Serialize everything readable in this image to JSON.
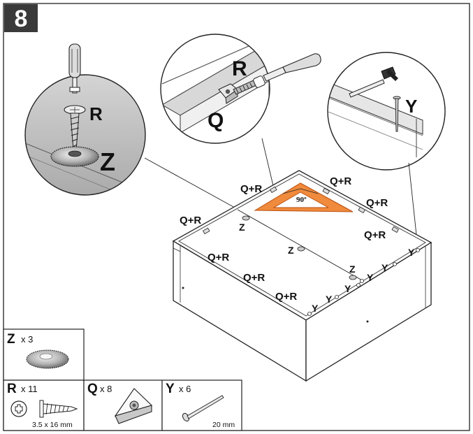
{
  "step": {
    "number": "8"
  },
  "callouts": {
    "left": {
      "r_label": "R",
      "z_label": "Z"
    },
    "middle": {
      "r_label": "R",
      "q_label": "Q"
    },
    "right": {
      "y_label": "Y"
    }
  },
  "angle": {
    "label": "90º"
  },
  "board_labels": [
    {
      "id": "qr-1",
      "text": "Q+R"
    },
    {
      "id": "qr-2",
      "text": "Q+R"
    },
    {
      "id": "qr-3",
      "text": "Q+R"
    },
    {
      "id": "qr-4",
      "text": "Q+R"
    },
    {
      "id": "qr-5",
      "text": "Q+R"
    },
    {
      "id": "qr-6",
      "text": "Q+R"
    },
    {
      "id": "qr-7",
      "text": "Q+R"
    },
    {
      "id": "qr-8",
      "text": "Q+R"
    },
    {
      "id": "z-1",
      "text": "Z"
    },
    {
      "id": "z-2",
      "text": "Z"
    },
    {
      "id": "z-3",
      "text": "Z"
    },
    {
      "id": "y-1",
      "text": "Y"
    },
    {
      "id": "y-2",
      "text": "Y"
    },
    {
      "id": "y-3",
      "text": "Y"
    },
    {
      "id": "y-4",
      "text": "Y"
    },
    {
      "id": "y-5",
      "text": "Y"
    },
    {
      "id": "y-6",
      "text": "Y"
    }
  ],
  "parts": [
    {
      "id": "Z",
      "letter": "Z",
      "qty": "x 3",
      "size": ""
    },
    {
      "id": "R",
      "letter": "R",
      "qty": "x 11",
      "size": "3.5 x 16 mm"
    },
    {
      "id": "Q",
      "letter": "Q",
      "qty": "x 8",
      "size": ""
    },
    {
      "id": "Y",
      "letter": "Y",
      "qty": "x 6",
      "size": "20 mm"
    }
  ],
  "colors": {
    "step_badge": "#3a3a3a",
    "gray": "#b8b8b8",
    "angle_fill": "#f08a3c",
    "angle_stroke": "#b84f10"
  }
}
